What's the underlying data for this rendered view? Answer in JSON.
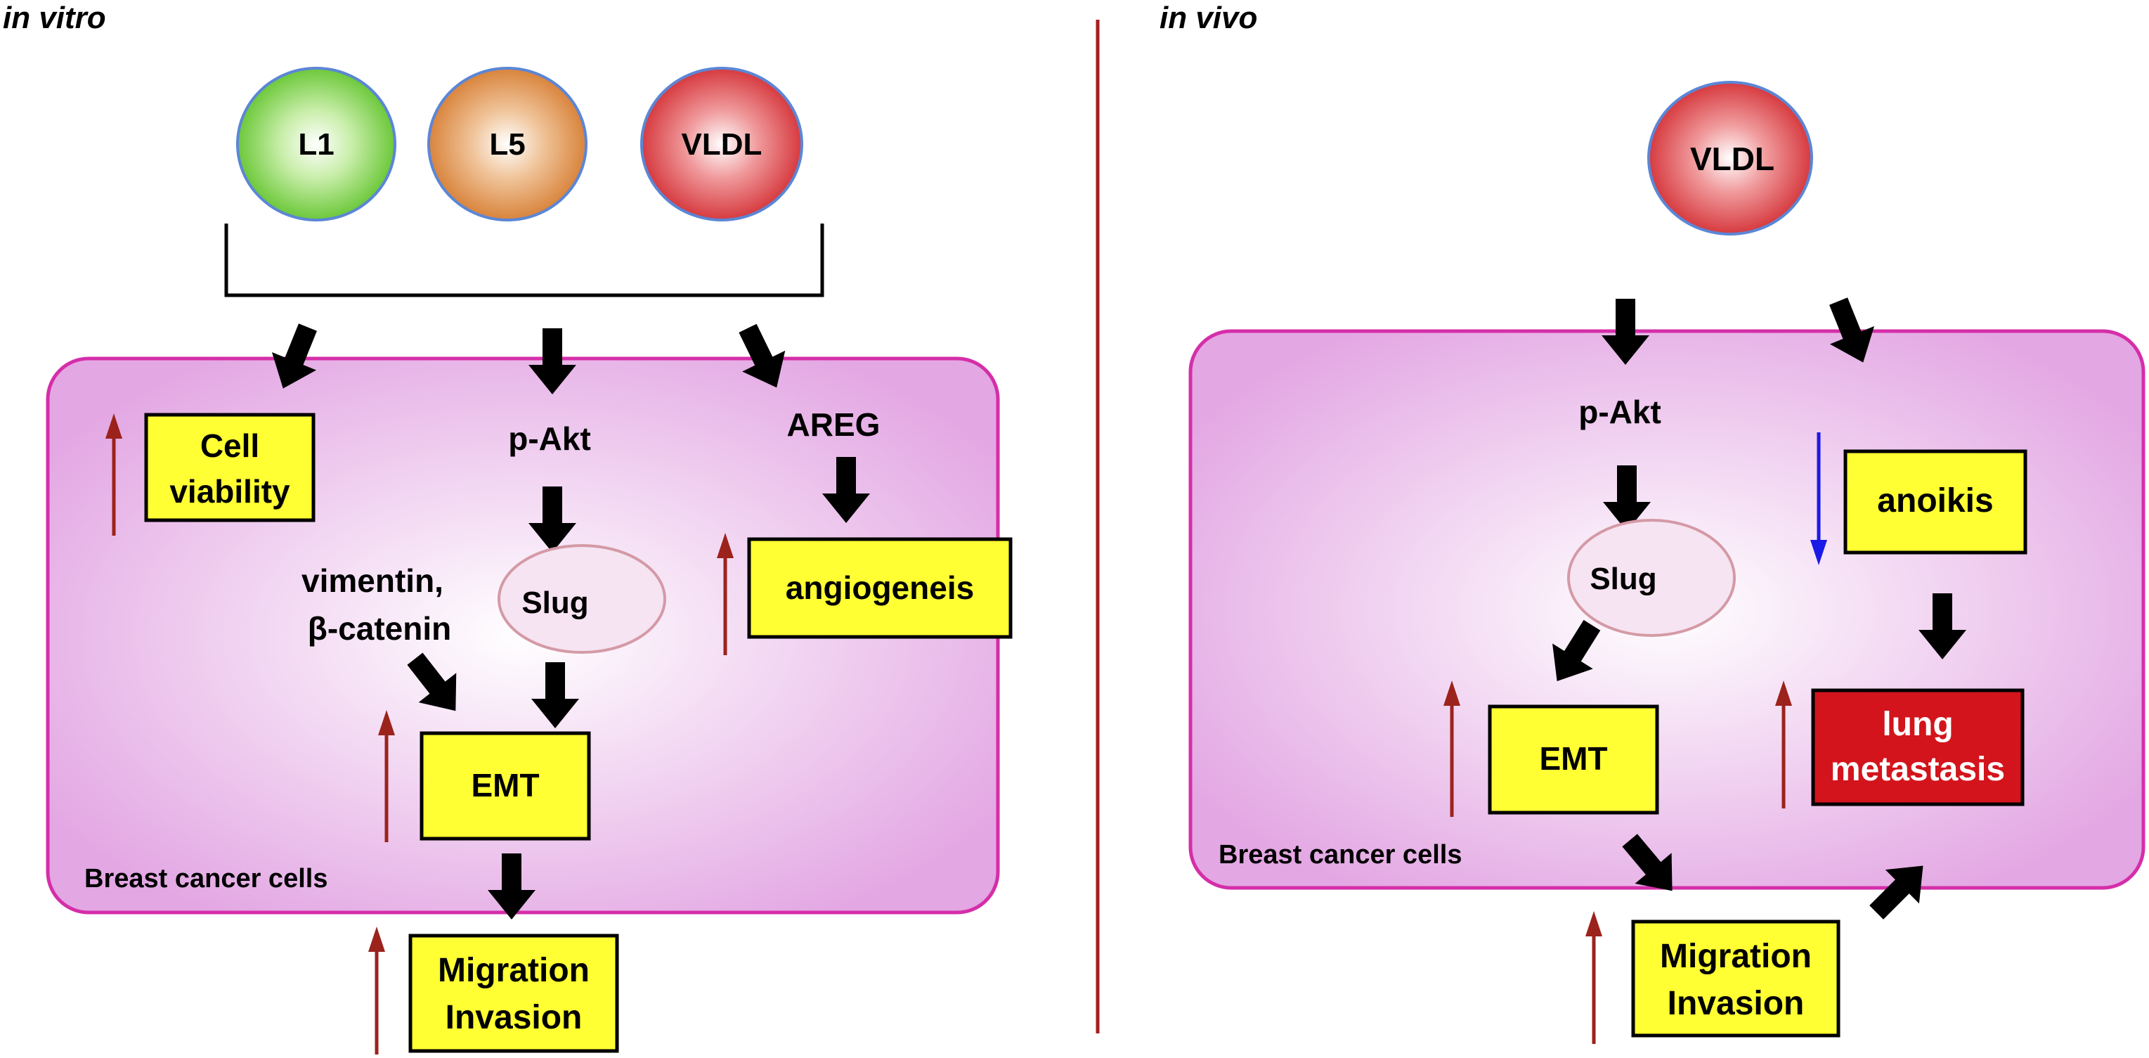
{
  "panels": {
    "in_vitro": {
      "title": "in vitro",
      "lipoproteins": [
        "L1",
        "L5",
        "VLDL"
      ],
      "cell_label": "Breast cancer cells",
      "cell_viability": [
        "Cell",
        "viability"
      ],
      "p_akt": "p-Akt",
      "slug": "Slug",
      "vimentin": [
        "vimentin,",
        "β-catenin"
      ],
      "emt": "EMT",
      "areg": "AREG",
      "angiogenesis": "angiogeneis",
      "migration": [
        "Migration",
        "Invasion"
      ]
    },
    "in_vivo": {
      "title": "in vivo",
      "lipoprotein": "VLDL",
      "cell_label": "Breast cancer cells",
      "p_akt": "p-Akt",
      "slug": "Slug",
      "emt": "EMT",
      "anoikis": "anoikis",
      "lung_metastasis": [
        "lung",
        "metastasis"
      ],
      "migration": [
        "Migration",
        "Invasion"
      ]
    }
  },
  "colors": {
    "l1": "#6cc83a",
    "l5": "#d9843c",
    "vldl": "#d63a3f",
    "yellow_box": "#ffff33",
    "red_box": "#d3141c",
    "cell_border": "#d52ea9",
    "up_arrow": "#9b231c",
    "down_arrow": "#1a1ae6",
    "divider": "#a51f1f",
    "slug_border": "#d49aa6"
  }
}
